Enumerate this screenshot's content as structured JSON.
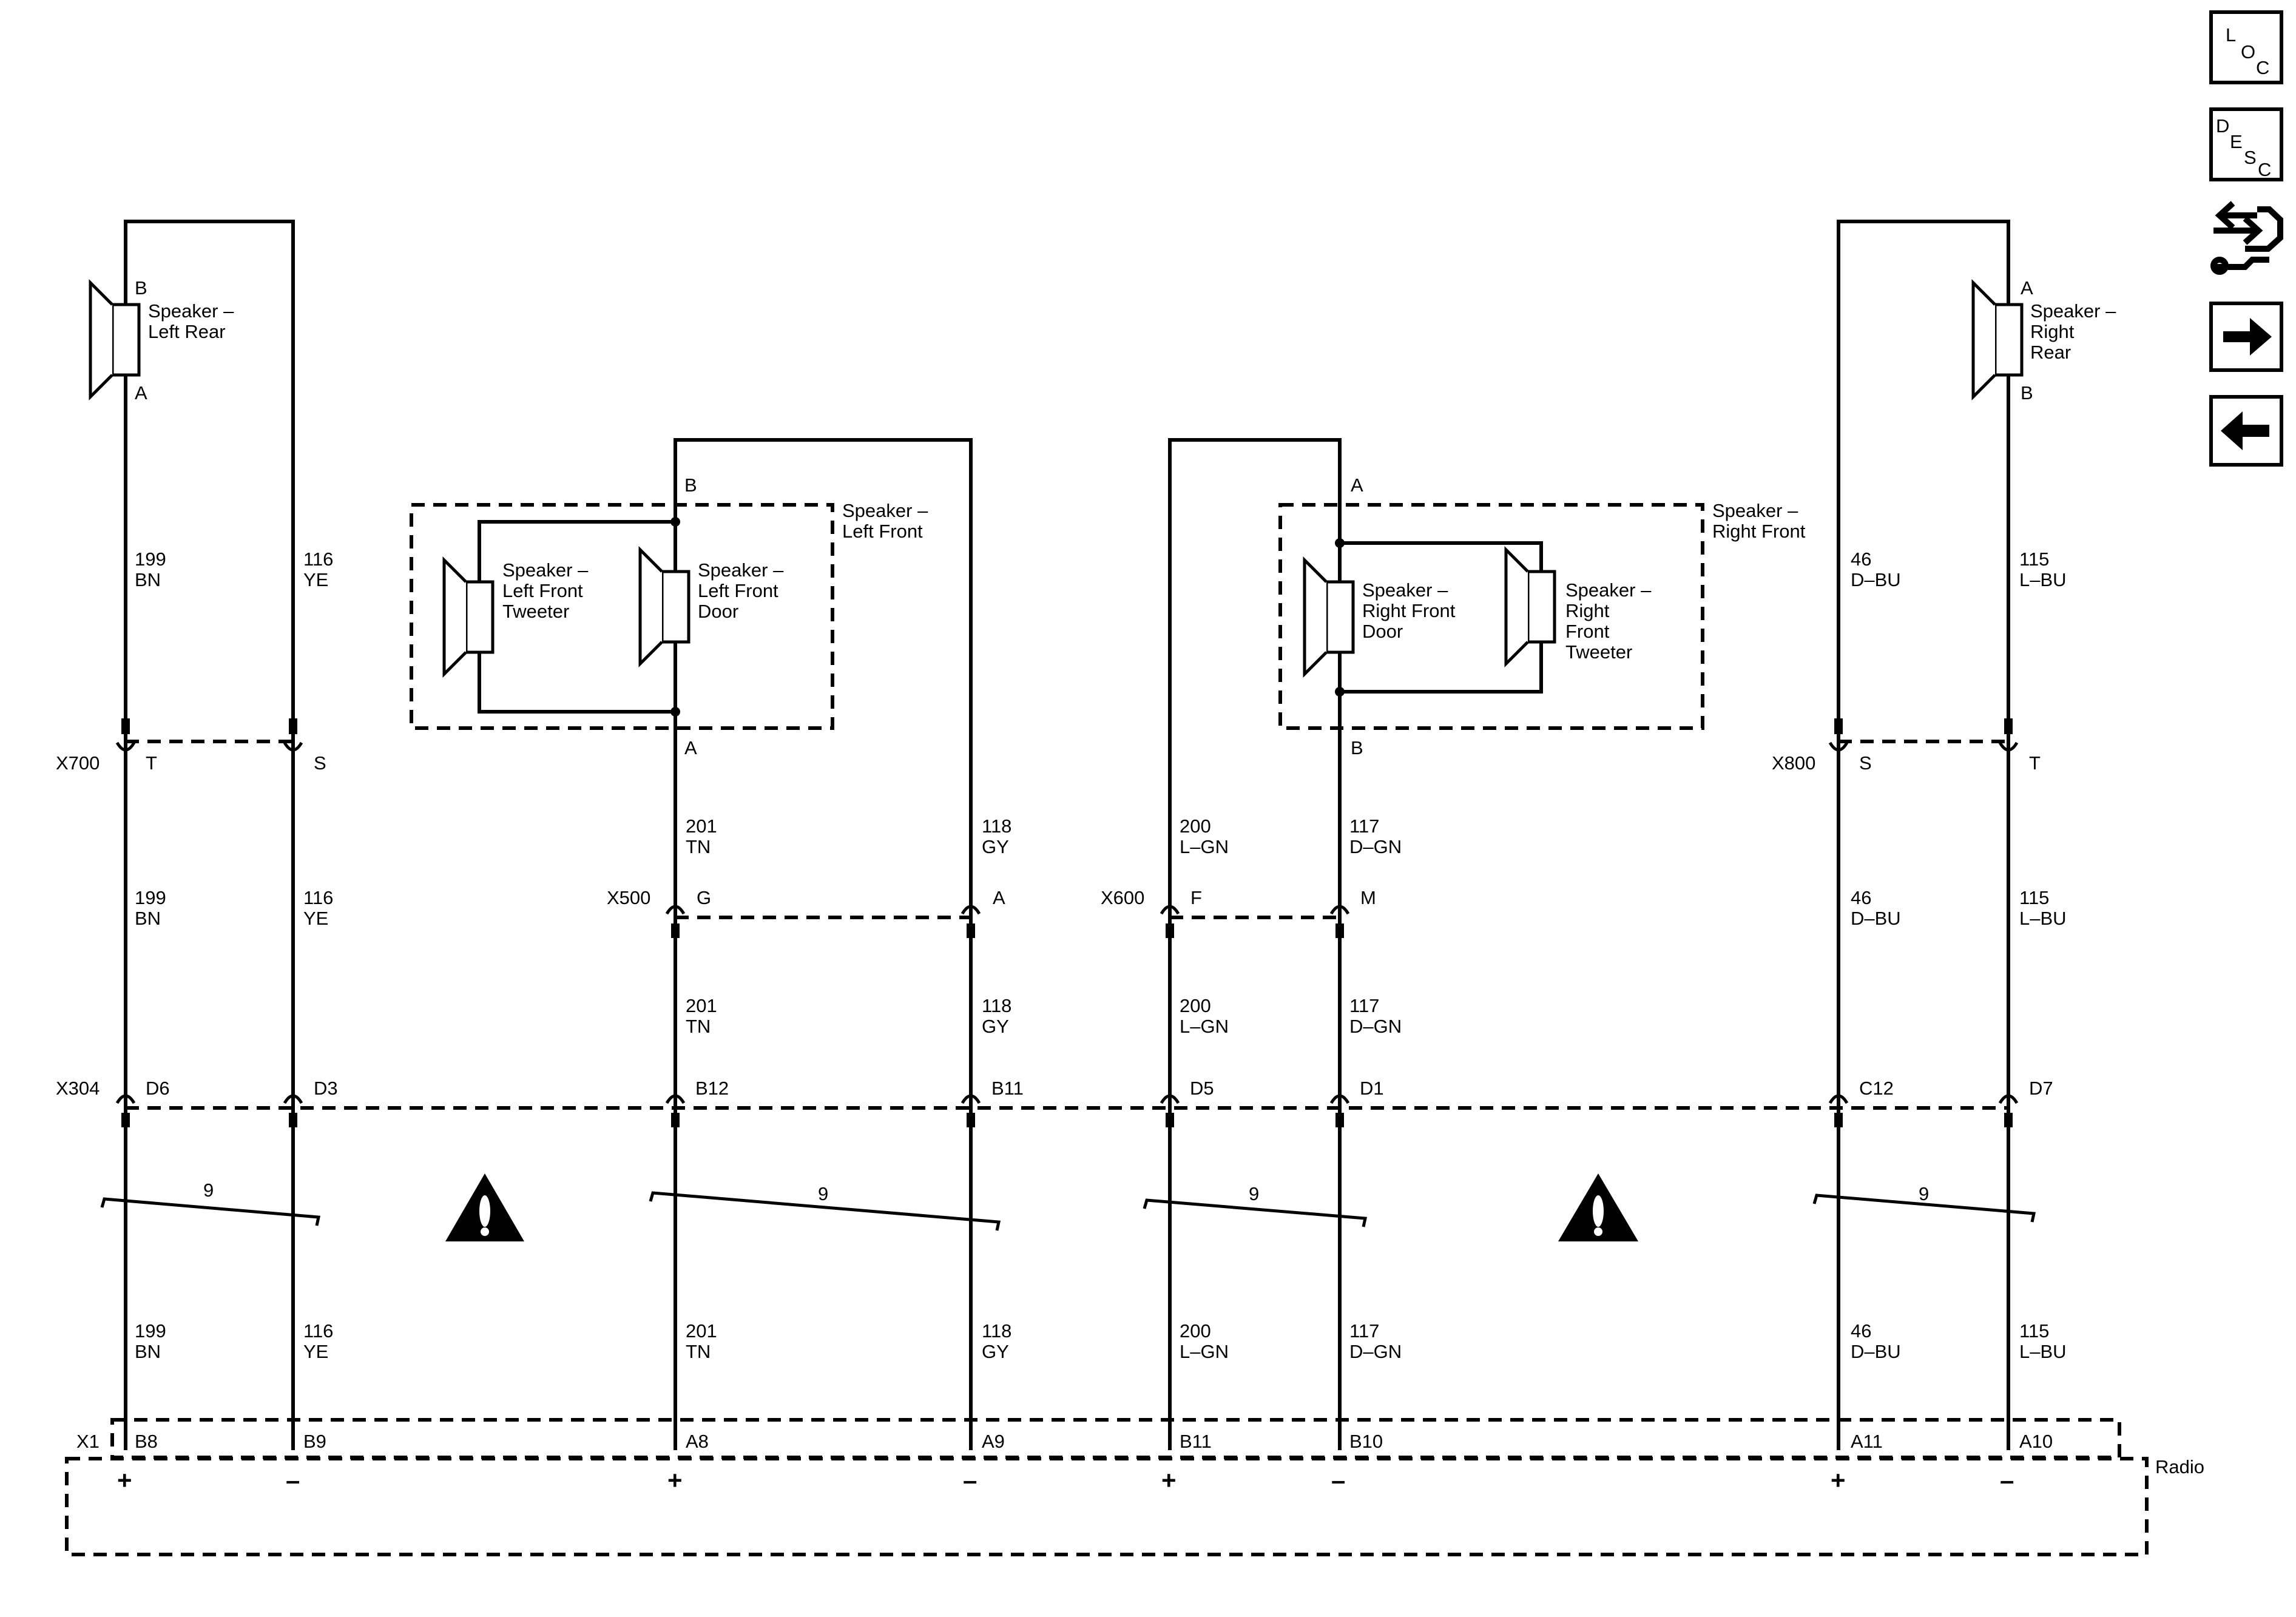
{
  "nav": {
    "loc": [
      "L",
      "O",
      "C"
    ],
    "desc": [
      "D",
      "E",
      "S",
      "C"
    ]
  },
  "speakers": {
    "left_rear": {
      "label": [
        "Speaker –",
        "Left Rear"
      ],
      "top_pin": "B",
      "bottom_pin": "A"
    },
    "right_rear": {
      "label": [
        "Speaker –",
        "Right",
        "Rear"
      ],
      "top_pin": "A",
      "bottom_pin": "B"
    },
    "left_front": {
      "label": [
        "Speaker –",
        "Left Front"
      ],
      "top_pin": "B",
      "bottom_pin": "A",
      "tweeter": [
        "Speaker –",
        "Left Front",
        "Tweeter"
      ],
      "door": [
        "Speaker –",
        "Left Front",
        "Door"
      ]
    },
    "right_front": {
      "label": [
        "Speaker –",
        "Right Front"
      ],
      "top_pin": "A",
      "bottom_pin": "B",
      "door": [
        "Speaker –",
        "Right Front",
        "Door"
      ],
      "tweeter": [
        "Speaker –",
        "Right",
        "Front",
        "Tweeter"
      ]
    }
  },
  "connectors": {
    "x700": {
      "name": "X700",
      "pins": [
        "T",
        "S"
      ]
    },
    "x800": {
      "name": "X800",
      "pins": [
        "S",
        "T"
      ]
    },
    "x500": {
      "name": "X500",
      "pins": [
        "G",
        "A"
      ]
    },
    "x600": {
      "name": "X600",
      "pins": [
        "F",
        "M"
      ]
    },
    "x304": {
      "name": "X304",
      "pins": [
        "D6",
        "D3",
        "B12",
        "B11",
        "D5",
        "D1",
        "C12",
        "D7"
      ]
    },
    "x1": {
      "name": "X1",
      "pins": [
        "B8",
        "B9",
        "A8",
        "A9",
        "B11",
        "B10",
        "A11",
        "A10"
      ]
    }
  },
  "wires": {
    "w1": [
      "199",
      "BN"
    ],
    "w2": [
      "116",
      "YE"
    ],
    "w3": [
      "201",
      "TN"
    ],
    "w4": [
      "118",
      "GY"
    ],
    "w5": [
      "200",
      "L–GN"
    ],
    "w6": [
      "117",
      "D–GN"
    ],
    "w7": [
      "46",
      "D–BU"
    ],
    "w8": [
      "115",
      "L–BU"
    ]
  },
  "twist_count": "9",
  "polarity": [
    "+",
    "–",
    "+",
    "–",
    "+",
    "–",
    "+",
    "–"
  ],
  "module": "Radio"
}
